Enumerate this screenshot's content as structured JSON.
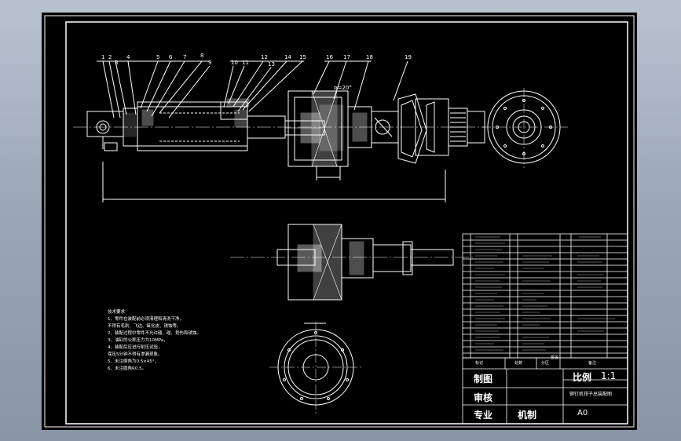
{
  "part_numbers": [
    "1",
    "2",
    "3",
    "4",
    "5",
    "6",
    "7",
    "8",
    "9",
    "10",
    "11",
    "12",
    "13",
    "14",
    "15",
    "16",
    "17",
    "18",
    "19"
  ],
  "callout_text": "α=20°",
  "notes": {
    "title": "技术要求",
    "lines": [
      "1、零件在装配前必须清理和清洗干净，",
      "不得有毛刺、飞边、氧化皮、锈蚀等。",
      "2、装配过程中零件不允许磕、碰、划伤和锈蚀。",
      "3、油缸的公称压力为10MPa，",
      "4、装配后应进行耐压试验，",
      "保压5分钟不得有渗漏现象。",
      "5、未注倒角为0.5×45°，",
      "6、未注圆角R0.5。"
    ]
  },
  "title_block": {
    "drawn": "制图",
    "checked": "审核",
    "major": "专业",
    "major_value": "机制",
    "scale_label": "比例",
    "scale_value": "1:1",
    "drawing_name": "铆钉机钳子总装配图",
    "size": "A0",
    "small_a": "标记",
    "small_b": "处数",
    "small_c": "分区",
    "small_d": "签名",
    "small_e": "备注"
  }
}
